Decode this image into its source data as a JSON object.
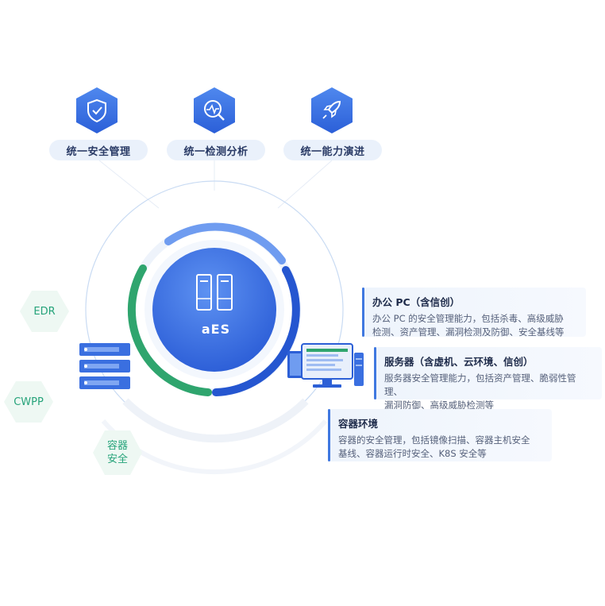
{
  "top_features": [
    {
      "label": "统一安全管理",
      "icon": "shield-check-icon"
    },
    {
      "label": "统一检测分析",
      "icon": "magnifier-pulse-icon"
    },
    {
      "label": "统一能力演进",
      "icon": "rocket-icon"
    }
  ],
  "center": {
    "label": "aES",
    "icon": "server-cabinet-icon"
  },
  "left_labels": [
    {
      "label": "EDR"
    },
    {
      "label": "CWPP"
    },
    {
      "label": "容器\n安全"
    }
  ],
  "cards": [
    {
      "title": "办公 PC（含信创）",
      "line1": "办公 PC 的安全管理能力，包括杀毒、高级威胁",
      "line2": "检测、资产管理、漏洞检测及防御、安全基线等"
    },
    {
      "title": "服务器（含虚机、云环境、信创）",
      "line1": "服务器安全管理能力，包括资产管理、脆弱性管理、",
      "line2": "漏洞防御、高级威胁检测等"
    },
    {
      "title": "容器环境",
      "line1": "容器的安全管理，包括镜像扫描、容器主机安全",
      "line2": "基线、容器运行时安全、K8S 安全等"
    }
  ],
  "colors": {
    "primary_blue": "#2f63d9",
    "accent_green": "#2fa56e",
    "light_blue": "#eaf1fb"
  }
}
